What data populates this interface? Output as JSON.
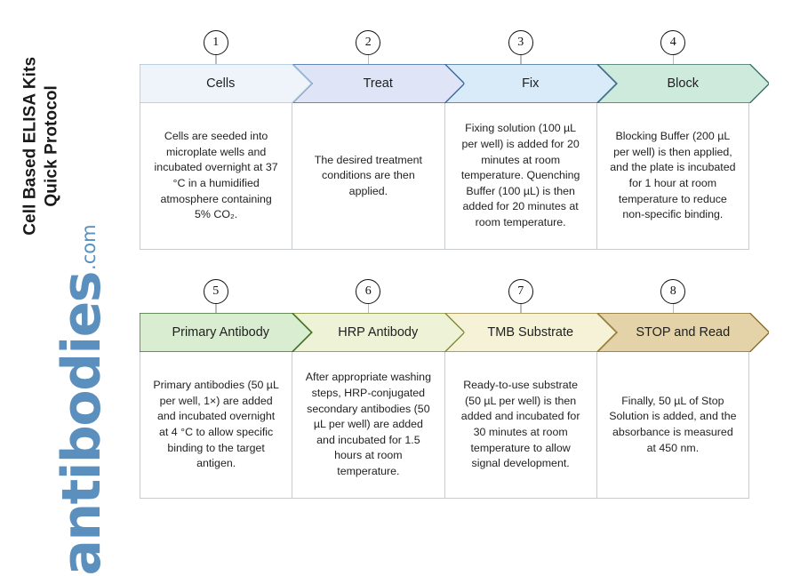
{
  "document": {
    "title": "Cell Based ELISA Kits\nQuick Protocol",
    "logo_word": "antibodies",
    "logo_tld": ".com",
    "logo_color": "#5b8fbe"
  },
  "rows": [
    {
      "row_name": "protocol-row-1",
      "steps": [
        {
          "number": "1",
          "label": "Cells",
          "description": "Cells are seeded into microplate wells and incubated overnight at 37 °C in a humidified atmosphere containing 5% CO₂.",
          "fill": "#eef4fa",
          "stroke": "#a9c3dc"
        },
        {
          "number": "2",
          "label": "Treat",
          "description": "The desired treatment conditions are then applied.",
          "fill": "#dfe4f7",
          "stroke": "#3a6aa0"
        },
        {
          "number": "3",
          "label": "Fix",
          "description": "Fixing solution (100 µL per well) is added for 20 minutes at room temperature. Quenching Buffer (100 µL) is then added for 20 minutes at room temperature.",
          "fill": "#d9eaf8",
          "stroke": "#3f6f96"
        },
        {
          "number": "4",
          "label": "Block",
          "description": "Blocking Buffer (200 µL per well) is then applied, and the plate is incubated for 1 hour at room temperature to reduce non-specific binding.",
          "fill": "#cdeadd",
          "stroke": "#3d6f66"
        }
      ]
    },
    {
      "row_name": "protocol-row-2",
      "steps": [
        {
          "number": "5",
          "label": "Primary Antibody",
          "description": "Primary antibodies (50 µL per well, 1×) are added and incubated overnight at 4 °C to allow specific binding to the target antigen.",
          "fill": "#d9edd0",
          "stroke": "#3f7030"
        },
        {
          "number": "6",
          "label": "HRP Antibody",
          "description": "After appropriate washing steps, HRP-conjugated secondary antibodies (50 µL per well) are added and incubated for 1.5 hours at room temperature.",
          "fill": "#eef3d7",
          "stroke": "#7f8b33"
        },
        {
          "number": "7",
          "label": "TMB Substrate",
          "description": "Ready-to-use substrate (50 µL per well) is then added and incubated for 30 minutes at room temperature to allow signal development.",
          "fill": "#f6f2d8",
          "stroke": "#9a8340"
        },
        {
          "number": "8",
          "label": "STOP and Read",
          "description": "Finally, 50 µL of Stop Solution is added, and the absorbance is measured at 450 nm.",
          "fill": "#e4d3a8",
          "stroke": "#8a6c2c"
        }
      ]
    }
  ]
}
